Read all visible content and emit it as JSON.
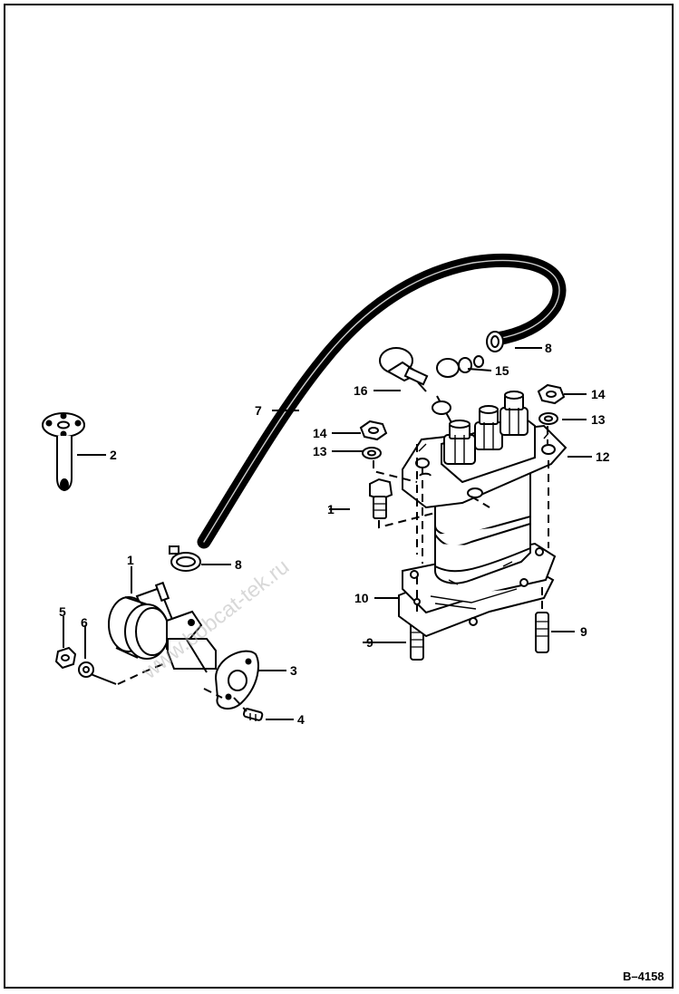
{
  "diagram": {
    "reference_code": "B–4158",
    "watermark": "www.bobcat-tek.ru",
    "callouts": [
      {
        "id": "c-1a",
        "text": "1"
      },
      {
        "id": "c-1b",
        "text": "1"
      },
      {
        "id": "c-2",
        "text": "2"
      },
      {
        "id": "c-3",
        "text": "3"
      },
      {
        "id": "c-4",
        "text": "4"
      },
      {
        "id": "c-5",
        "text": "5"
      },
      {
        "id": "c-6",
        "text": "6"
      },
      {
        "id": "c-7",
        "text": "7"
      },
      {
        "id": "c-8a",
        "text": "8"
      },
      {
        "id": "c-8b",
        "text": "8"
      },
      {
        "id": "c-9a",
        "text": "9"
      },
      {
        "id": "c-9b",
        "text": "9"
      },
      {
        "id": "c-10",
        "text": "10"
      },
      {
        "id": "c-12",
        "text": "12"
      },
      {
        "id": "c-13a",
        "text": "13"
      },
      {
        "id": "c-13b",
        "text": "13"
      },
      {
        "id": "c-14a",
        "text": "14"
      },
      {
        "id": "c-14b",
        "text": "14"
      },
      {
        "id": "c-15",
        "text": "15"
      },
      {
        "id": "c-16",
        "text": "16"
      }
    ]
  }
}
